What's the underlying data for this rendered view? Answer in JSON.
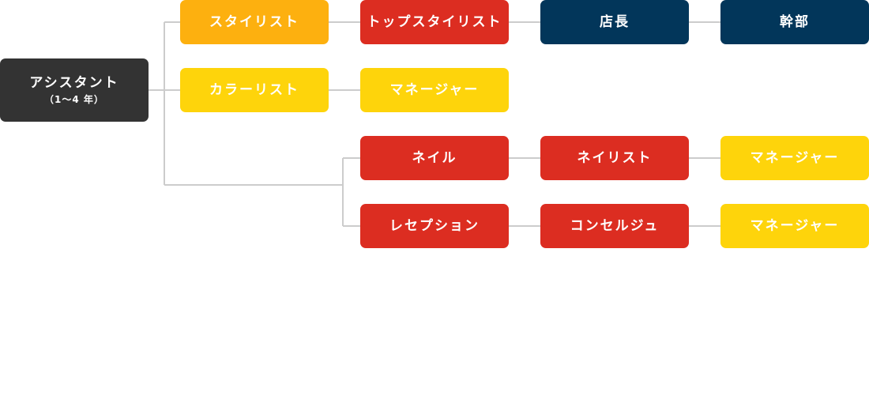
{
  "colors": {
    "dark": "#333333",
    "orange": "#fdb00f",
    "yellow": "#fed40b",
    "red": "#dc2d21",
    "navy": "#02365a",
    "connector": "#cccccc"
  },
  "nodes": {
    "assistant": {
      "label": "アシスタント",
      "sub": "（1〜4 年）"
    },
    "stylist": {
      "label": "スタイリスト"
    },
    "top_stylist": {
      "label": "トップスタイリスト"
    },
    "store_manager": {
      "label": "店長"
    },
    "executive": {
      "label": "幹部"
    },
    "colorist": {
      "label": "カラーリスト"
    },
    "colorist_manager": {
      "label": "マネージャー"
    },
    "nail": {
      "label": "ネイル"
    },
    "nailist": {
      "label": "ネイリスト"
    },
    "nail_manager": {
      "label": "マネージャー"
    },
    "reception": {
      "label": "レセプション"
    },
    "concierge": {
      "label": "コンセルジュ"
    },
    "reception_manager": {
      "label": "マネージャー"
    }
  }
}
